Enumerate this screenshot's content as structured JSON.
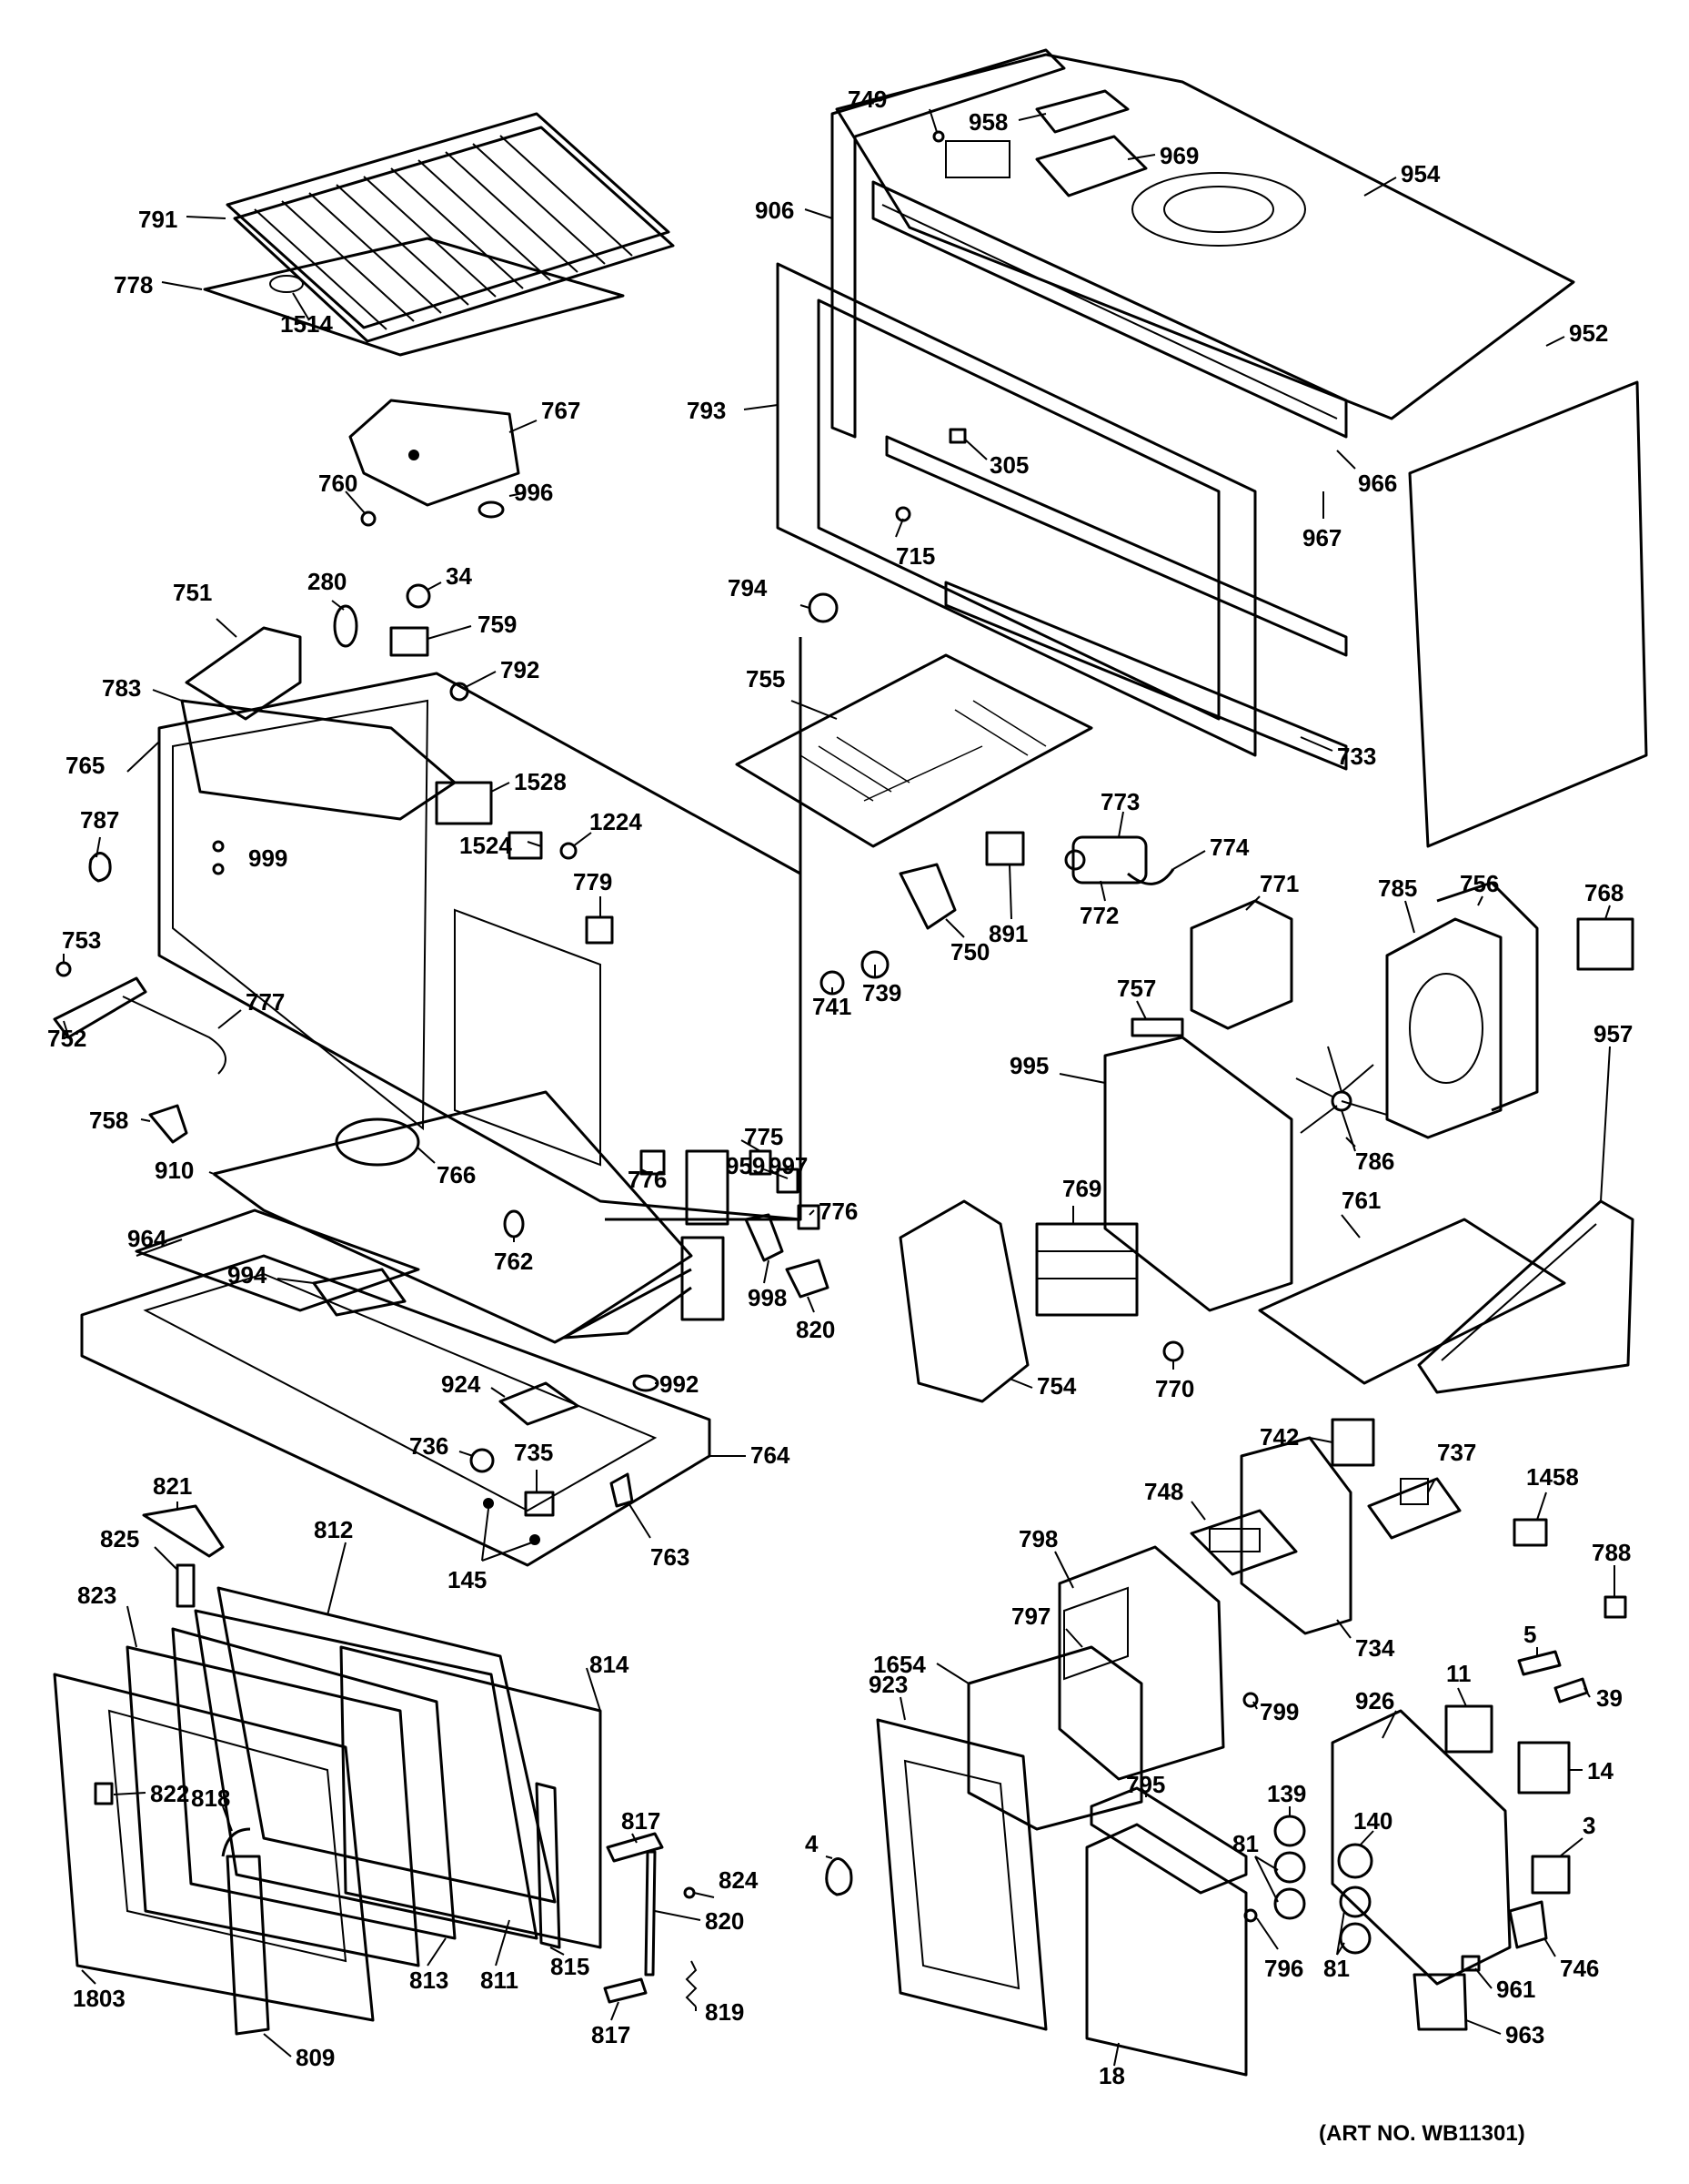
{
  "art_number": "(ART NO. WB11301)",
  "callouts": [
    {
      "id": "p791",
      "text": "791"
    },
    {
      "id": "p778",
      "text": "778"
    },
    {
      "id": "p1514",
      "text": "1514"
    },
    {
      "id": "p767",
      "text": "767"
    },
    {
      "id": "p760",
      "text": "760"
    },
    {
      "id": "p996",
      "text": "996"
    },
    {
      "id": "p749",
      "text": "749"
    },
    {
      "id": "p958",
      "text": "958"
    },
    {
      "id": "p969",
      "text": "969"
    },
    {
      "id": "p954",
      "text": "954"
    },
    {
      "id": "p906",
      "text": "906"
    },
    {
      "id": "p952",
      "text": "952"
    },
    {
      "id": "p793",
      "text": "793"
    },
    {
      "id": "p305",
      "text": "305"
    },
    {
      "id": "p966",
      "text": "966"
    },
    {
      "id": "p967",
      "text": "967"
    },
    {
      "id": "p715",
      "text": "715"
    },
    {
      "id": "p794",
      "text": "794"
    },
    {
      "id": "p733",
      "text": "733"
    },
    {
      "id": "p755",
      "text": "755"
    },
    {
      "id": "p751",
      "text": "751"
    },
    {
      "id": "p280",
      "text": "280"
    },
    {
      "id": "p34",
      "text": "34"
    },
    {
      "id": "p759",
      "text": "759"
    },
    {
      "id": "p792",
      "text": "792"
    },
    {
      "id": "p783",
      "text": "783"
    },
    {
      "id": "p765",
      "text": "765"
    },
    {
      "id": "p1528",
      "text": "1528"
    },
    {
      "id": "p787",
      "text": "787"
    },
    {
      "id": "p999",
      "text": "999"
    },
    {
      "id": "p1524",
      "text": "1524"
    },
    {
      "id": "p1224",
      "text": "1224"
    },
    {
      "id": "p779",
      "text": "779"
    },
    {
      "id": "p753",
      "text": "753"
    },
    {
      "id": "p752",
      "text": "752"
    },
    {
      "id": "p773",
      "text": "773"
    },
    {
      "id": "p774",
      "text": "774"
    },
    {
      "id": "p891",
      "text": "891"
    },
    {
      "id": "p772",
      "text": "772"
    },
    {
      "id": "p771",
      "text": "771"
    },
    {
      "id": "p785",
      "text": "785"
    },
    {
      "id": "p756",
      "text": "756"
    },
    {
      "id": "p768",
      "text": "768"
    },
    {
      "id": "p741",
      "text": "741"
    },
    {
      "id": "p739",
      "text": "739"
    },
    {
      "id": "p750",
      "text": "750"
    },
    {
      "id": "p757",
      "text": "757"
    },
    {
      "id": "p777",
      "text": "777"
    },
    {
      "id": "p758",
      "text": "758"
    },
    {
      "id": "p995",
      "text": "995"
    },
    {
      "id": "p957",
      "text": "957"
    },
    {
      "id": "p786",
      "text": "786"
    },
    {
      "id": "p959",
      "text": "959"
    },
    {
      "id": "p775",
      "text": "775"
    },
    {
      "id": "p997",
      "text": "997"
    },
    {
      "id": "p910",
      "text": "910"
    },
    {
      "id": "p766",
      "text": "766"
    },
    {
      "id": "p776a",
      "text": "776"
    },
    {
      "id": "p776b",
      "text": "776"
    },
    {
      "id": "p769",
      "text": "769"
    },
    {
      "id": "p761",
      "text": "761"
    },
    {
      "id": "p964",
      "text": "964"
    },
    {
      "id": "p762",
      "text": "762"
    },
    {
      "id": "p998",
      "text": "998"
    },
    {
      "id": "p994",
      "text": "994"
    },
    {
      "id": "p820a",
      "text": "820"
    },
    {
      "id": "p754",
      "text": "754"
    },
    {
      "id": "p770",
      "text": "770"
    },
    {
      "id": "p924",
      "text": "924"
    },
    {
      "id": "p992",
      "text": "992"
    },
    {
      "id": "p764",
      "text": "764"
    },
    {
      "id": "p736",
      "text": "736"
    },
    {
      "id": "p735",
      "text": "735"
    },
    {
      "id": "p742",
      "text": "742"
    },
    {
      "id": "p737",
      "text": "737"
    },
    {
      "id": "p821",
      "text": "821"
    },
    {
      "id": "p763",
      "text": "763"
    },
    {
      "id": "p145",
      "text": "145"
    },
    {
      "id": "p748",
      "text": "748"
    },
    {
      "id": "p1458",
      "text": "1458"
    },
    {
      "id": "p812",
      "text": "812"
    },
    {
      "id": "p825",
      "text": "825"
    },
    {
      "id": "p798",
      "text": "798"
    },
    {
      "id": "p788",
      "text": "788"
    },
    {
      "id": "p823",
      "text": "823"
    },
    {
      "id": "p797",
      "text": "797"
    },
    {
      "id": "p734",
      "text": "734"
    },
    {
      "id": "p1654",
      "text": "1654"
    },
    {
      "id": "p799",
      "text": "799"
    },
    {
      "id": "p5",
      "text": "5"
    },
    {
      "id": "p39",
      "text": "39"
    },
    {
      "id": "p814",
      "text": "814"
    },
    {
      "id": "p11",
      "text": "11"
    },
    {
      "id": "p923",
      "text": "923"
    },
    {
      "id": "p926",
      "text": "926"
    },
    {
      "id": "p14",
      "text": "14"
    },
    {
      "id": "p822",
      "text": "822"
    },
    {
      "id": "p795",
      "text": "795"
    },
    {
      "id": "p139",
      "text": "139"
    },
    {
      "id": "p140",
      "text": "140"
    },
    {
      "id": "p818",
      "text": "818"
    },
    {
      "id": "p817a",
      "text": "817"
    },
    {
      "id": "p4",
      "text": "4"
    },
    {
      "id": "p81a",
      "text": "81"
    },
    {
      "id": "p3",
      "text": "3"
    },
    {
      "id": "p824",
      "text": "824"
    },
    {
      "id": "p820b",
      "text": "820"
    },
    {
      "id": "p796",
      "text": "796"
    },
    {
      "id": "p81b",
      "text": "81"
    },
    {
      "id": "p746",
      "text": "746"
    },
    {
      "id": "p1803",
      "text": "1803"
    },
    {
      "id": "p813",
      "text": "813"
    },
    {
      "id": "p811",
      "text": "811"
    },
    {
      "id": "p815",
      "text": "815"
    },
    {
      "id": "p961",
      "text": "961"
    },
    {
      "id": "p817b",
      "text": "817"
    },
    {
      "id": "p819",
      "text": "819"
    },
    {
      "id": "p963",
      "text": "963"
    },
    {
      "id": "p809",
      "text": "809"
    },
    {
      "id": "p18",
      "text": "18"
    }
  ]
}
